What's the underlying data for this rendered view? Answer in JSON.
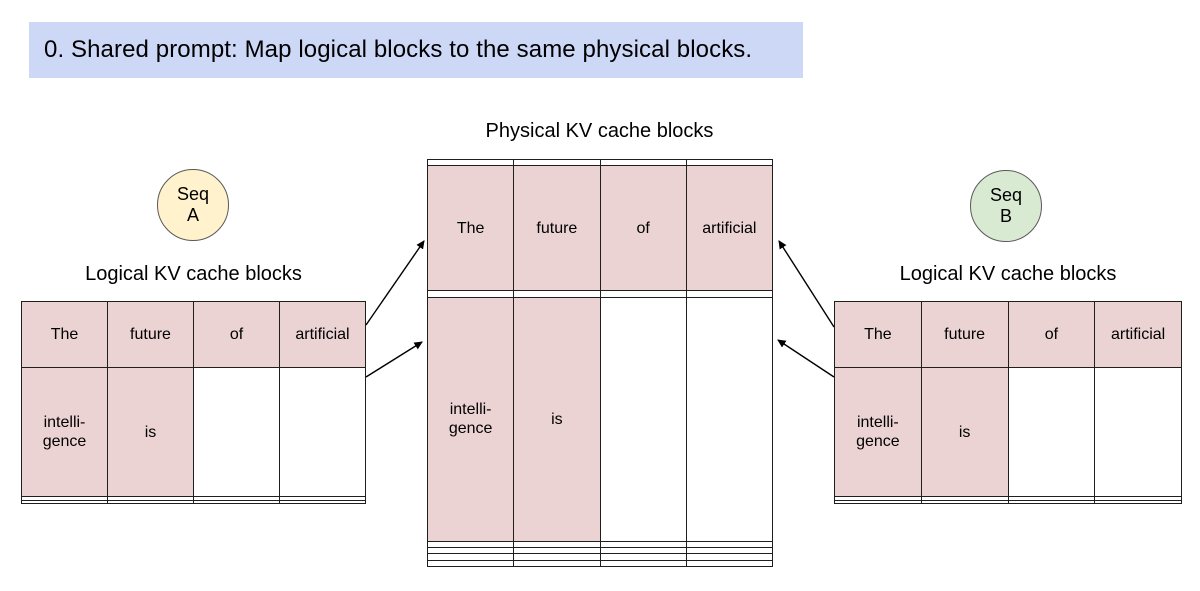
{
  "banner": {
    "text": "0. Shared prompt: Map logical blocks to the same physical blocks."
  },
  "colors": {
    "banner_bg": "#ccd8f6",
    "cell_pink": "#ecd3d3",
    "seq_a_bg": "#fff2cc",
    "seq_b_bg": "#d9ead3",
    "grid_border": "#1f1f1f",
    "arrow": "#000000"
  },
  "seq_a": {
    "label": "Seq\nA"
  },
  "seq_b": {
    "label": "Seq\nB"
  },
  "physical_table": {
    "title": "Physical KV cache blocks",
    "rows": [
      [
        {
          "text": "",
          "filled": false
        },
        {
          "text": "",
          "filled": false
        },
        {
          "text": "",
          "filled": false
        },
        {
          "text": "",
          "filled": false
        }
      ],
      [
        {
          "text": "The",
          "filled": true
        },
        {
          "text": "future",
          "filled": true
        },
        {
          "text": "of",
          "filled": true
        },
        {
          "text": "artificial",
          "filled": true
        }
      ],
      [
        {
          "text": "",
          "filled": false
        },
        {
          "text": "",
          "filled": false
        },
        {
          "text": "",
          "filled": false
        },
        {
          "text": "",
          "filled": false
        }
      ],
      [
        {
          "text": "intelli-\ngence",
          "filled": true
        },
        {
          "text": "is",
          "filled": true
        },
        {
          "text": "",
          "filled": false
        },
        {
          "text": "",
          "filled": false
        }
      ],
      [
        {
          "text": "",
          "filled": false
        },
        {
          "text": "",
          "filled": false
        },
        {
          "text": "",
          "filled": false
        },
        {
          "text": "",
          "filled": false
        }
      ],
      [
        {
          "text": "",
          "filled": false
        },
        {
          "text": "",
          "filled": false
        },
        {
          "text": "",
          "filled": false
        },
        {
          "text": "",
          "filled": false
        }
      ],
      [
        {
          "text": "",
          "filled": false
        },
        {
          "text": "",
          "filled": false
        },
        {
          "text": "",
          "filled": false
        },
        {
          "text": "",
          "filled": false
        }
      ],
      [
        {
          "text": "",
          "filled": false
        },
        {
          "text": "",
          "filled": false
        },
        {
          "text": "",
          "filled": false
        },
        {
          "text": "",
          "filled": false
        }
      ]
    ]
  },
  "left_table": {
    "title": "Logical KV cache blocks",
    "rows": [
      [
        {
          "text": "The",
          "filled": true
        },
        {
          "text": "future",
          "filled": true
        },
        {
          "text": "of",
          "filled": true
        },
        {
          "text": "artificial",
          "filled": true
        }
      ],
      [
        {
          "text": "intelli-\ngence",
          "filled": true
        },
        {
          "text": "is",
          "filled": true
        },
        {
          "text": "",
          "filled": false
        },
        {
          "text": "",
          "filled": false
        }
      ],
      [
        {
          "text": "",
          "filled": false
        },
        {
          "text": "",
          "filled": false
        },
        {
          "text": "",
          "filled": false
        },
        {
          "text": "",
          "filled": false
        }
      ],
      [
        {
          "text": "",
          "filled": false
        },
        {
          "text": "",
          "filled": false
        },
        {
          "text": "",
          "filled": false
        },
        {
          "text": "",
          "filled": false
        }
      ]
    ]
  },
  "right_table": {
    "title": "Logical KV cache blocks",
    "rows": [
      [
        {
          "text": "The",
          "filled": true
        },
        {
          "text": "future",
          "filled": true
        },
        {
          "text": "of",
          "filled": true
        },
        {
          "text": "artificial",
          "filled": true
        }
      ],
      [
        {
          "text": "intelli-\ngence",
          "filled": true
        },
        {
          "text": "is",
          "filled": true
        },
        {
          "text": "",
          "filled": false
        },
        {
          "text": "",
          "filled": false
        }
      ],
      [
        {
          "text": "",
          "filled": false
        },
        {
          "text": "",
          "filled": false
        },
        {
          "text": "",
          "filled": false
        },
        {
          "text": "",
          "filled": false
        }
      ],
      [
        {
          "text": "",
          "filled": false
        },
        {
          "text": "",
          "filled": false
        },
        {
          "text": "",
          "filled": false
        },
        {
          "text": "",
          "filled": false
        }
      ]
    ]
  }
}
